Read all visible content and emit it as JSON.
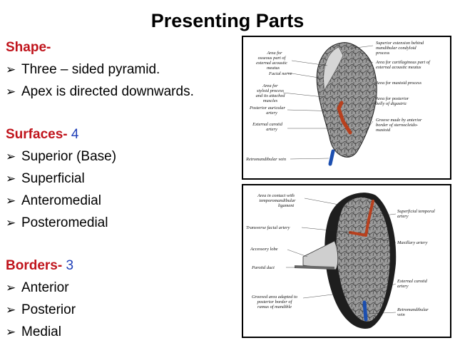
{
  "title": "Presenting Parts",
  "shape": {
    "heading": "Shape-",
    "items": [
      "Three – sided pyramid.",
      "Apex is directed downwards."
    ]
  },
  "surfaces": {
    "heading": "Surfaces-",
    "count": "4",
    "items": [
      "Superior (Base)",
      "Superficial",
      "Anteromedial",
      "Posteromedial"
    ]
  },
  "borders": {
    "heading": "Borders-",
    "count": "3",
    "items": [
      "Anterior",
      "Posterior",
      "Medial"
    ]
  },
  "arrow_glyph": "➢",
  "figure1": {
    "labels": {
      "area_ear1": "Area for",
      "area_ear2": "osseous part of",
      "area_ear3": "external acoustic",
      "area_ear4": "meatus",
      "facial_nerve": "Facial nerve",
      "styloid1": "Area for",
      "styloid2": "styloid process",
      "styloid3": "and its attached",
      "styloid4": "muscles",
      "post_aur1": "Posterior auricular",
      "post_aur2": "artery",
      "ext_car1": "External carotid",
      "ext_car2": "artery",
      "retro": "Retromandibular vein",
      "sup_ext1": "Superior extension behind",
      "sup_ext2": "mandibular condyloid",
      "sup_ext3": "process",
      "cart1": "Area for cartilaginous part of",
      "cart2": "external acoustic meatus",
      "mastoid": "Area for mastoid process",
      "digastric1": "Area for posterior",
      "digastric2": "belly of digastric",
      "groove1": "Groove made by anterior",
      "groove2": "border of sternocleido-",
      "groove3": "mastoid"
    }
  },
  "figure2": {
    "labels": {
      "tmj1": "Area in contact with",
      "tmj2": "temporomandibular",
      "tmj3": "ligament",
      "transverse": "Transverse facial artery",
      "accessory": "Accessory lobe",
      "duct": "Parotid duct",
      "groove1": "Grooved area adapted to",
      "groove2": "posterior border of",
      "groove3": "ramus of mandible",
      "sup_temp1": "Superficial temporal",
      "sup_temp2": "artery",
      "maxillary": "Maxillary artery",
      "ext_car1": "External carotid",
      "ext_car2": "artery",
      "retro1": "Retromandibular",
      "retro2": "vein"
    }
  },
  "colors": {
    "heading": "#c0141c",
    "count": "#1f3fb8",
    "artery": "#b8401e",
    "vein": "#1c4fb0",
    "gland": "#8a8a8a"
  }
}
